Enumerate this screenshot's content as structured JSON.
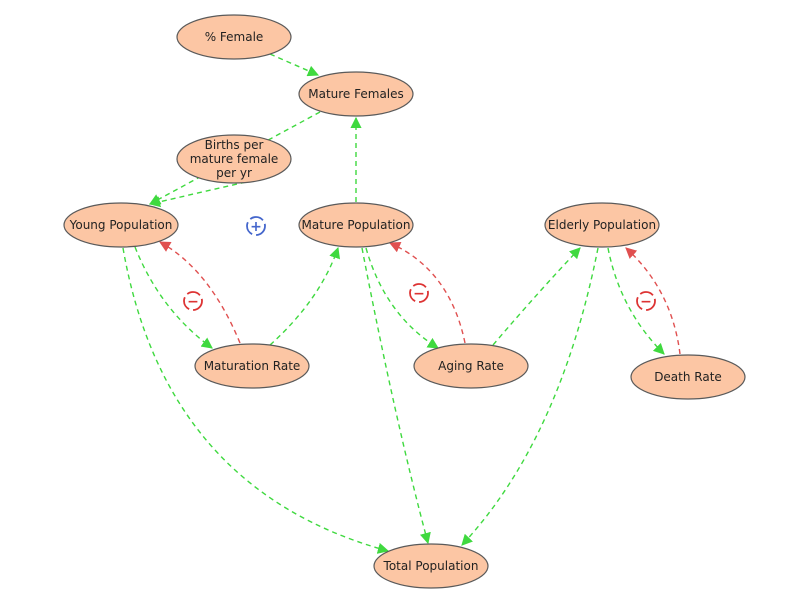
{
  "colors": {
    "node_fill": "#fcc6a4",
    "node_stroke": "#5a5a5a",
    "positive_link": "#3fd93f",
    "negative_link": "#e05050",
    "loop_positive": "#4466cc",
    "loop_negative": "#dd3333"
  },
  "nodes": [
    {
      "id": "pct_female",
      "label": "% Female"
    },
    {
      "id": "mature_females",
      "label": "Mature Females"
    },
    {
      "id": "births",
      "label": "Births per mature female per yr"
    },
    {
      "id": "young",
      "label": "Young Population"
    },
    {
      "id": "mature",
      "label": "Mature Population"
    },
    {
      "id": "elderly",
      "label": "Elderly Population"
    },
    {
      "id": "maturation",
      "label": "Maturation Rate"
    },
    {
      "id": "aging",
      "label": "Aging Rate"
    },
    {
      "id": "death",
      "label": "Death Rate"
    },
    {
      "id": "total",
      "label": "Total Population"
    }
  ],
  "edges": [
    {
      "from": "pct_female",
      "to": "mature_females",
      "polarity": "positive"
    },
    {
      "from": "mature",
      "to": "mature_females",
      "polarity": "positive"
    },
    {
      "from": "mature_females",
      "to": "young",
      "polarity": "positive"
    },
    {
      "from": "births",
      "to": "young",
      "polarity": "positive"
    },
    {
      "from": "young",
      "to": "maturation",
      "polarity": "positive"
    },
    {
      "from": "maturation",
      "to": "young",
      "polarity": "negative"
    },
    {
      "from": "maturation",
      "to": "mature",
      "polarity": "positive"
    },
    {
      "from": "mature",
      "to": "aging",
      "polarity": "positive"
    },
    {
      "from": "aging",
      "to": "mature",
      "polarity": "negative"
    },
    {
      "from": "aging",
      "to": "elderly",
      "polarity": "positive"
    },
    {
      "from": "elderly",
      "to": "death",
      "polarity": "positive"
    },
    {
      "from": "death",
      "to": "elderly",
      "polarity": "negative"
    },
    {
      "from": "young",
      "to": "total",
      "polarity": "positive"
    },
    {
      "from": "mature",
      "to": "total",
      "polarity": "positive"
    },
    {
      "from": "elderly",
      "to": "total",
      "polarity": "positive"
    }
  ],
  "loops": [
    {
      "id": "reinforcing",
      "symbol": "+",
      "type": "positive"
    },
    {
      "id": "balancing_young",
      "symbol": "−",
      "type": "negative"
    },
    {
      "id": "balancing_mature",
      "symbol": "−",
      "type": "negative"
    },
    {
      "id": "balancing_elderly",
      "symbol": "−",
      "type": "negative"
    }
  ]
}
